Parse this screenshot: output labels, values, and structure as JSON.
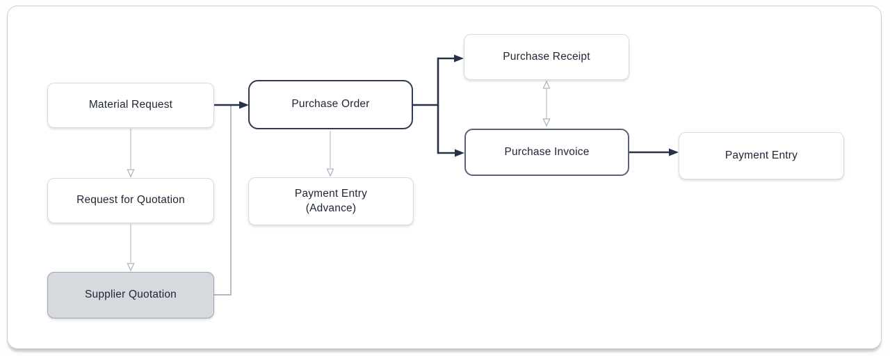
{
  "diagram": {
    "nodes": {
      "material_request": {
        "label": "Material Request",
        "variant": "light"
      },
      "purchase_order": {
        "label": "Purchase Order",
        "variant": "primary"
      },
      "purchase_receipt": {
        "label": "Purchase Receipt",
        "variant": "light"
      },
      "purchase_invoice": {
        "label": "Purchase Invoice",
        "variant": "secondary"
      },
      "payment_entry": {
        "label": "Payment Entry",
        "variant": "light"
      },
      "request_for_quotation": {
        "label": "Request for Quotation",
        "variant": "light"
      },
      "payment_entry_advance": {
        "label": "Payment Entry (Advance)",
        "line1": "Payment Entry",
        "line2": "(Advance)",
        "variant": "light"
      },
      "supplier_quotation": {
        "label": "Supplier Quotation",
        "variant": "gray"
      }
    },
    "edges": [
      {
        "from": "Material Request",
        "to": "Purchase Order",
        "style": "solid-dark-arrow"
      },
      {
        "from": "Material Request",
        "to": "Request for Quotation",
        "style": "faint-arrow-down"
      },
      {
        "from": "Request for Quotation",
        "to": "Supplier Quotation",
        "style": "faint-arrow-down"
      },
      {
        "from": "Supplier Quotation",
        "to": "Purchase Order",
        "style": "gray-loop-line"
      },
      {
        "from": "Purchase Order",
        "to": "Purchase Receipt",
        "style": "solid-dark-arrow"
      },
      {
        "from": "Purchase Order",
        "to": "Purchase Invoice",
        "style": "solid-dark-arrow"
      },
      {
        "from": "Purchase Order",
        "to": "Payment Entry (Advance)",
        "style": "faint-arrow-down"
      },
      {
        "from": "Purchase Receipt",
        "to": "Purchase Invoice",
        "style": "faint-bidirectional-arrow"
      },
      {
        "from": "Purchase Invoice",
        "to": "Payment Entry",
        "style": "solid-dark-arrow"
      }
    ],
    "colors": {
      "edge_dark": "#26304a",
      "edge_faint": "#ccd1d9",
      "edge_loop": "#9aa1ab",
      "node_fill": "#ffffff",
      "node_fill_gray": "#d6d9dd",
      "node_border_light": "#d8dbe0",
      "node_border_primary": "#2e3a50",
      "node_border_secondary": "#56617a",
      "node_border_gray": "#9fa6b0",
      "text": "#1c2434",
      "canvas_border": "#c9cdd2",
      "canvas_fill": "#ffffff"
    }
  }
}
